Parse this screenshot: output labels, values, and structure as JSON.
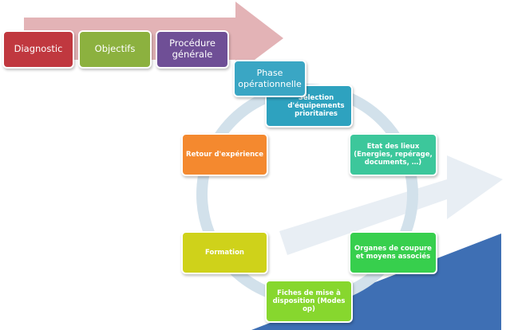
{
  "top_steps": [
    {
      "label": "Diagnostic",
      "color": "#c0383f"
    },
    {
      "label": "Objectifs",
      "color": "#8cb13f"
    },
    {
      "label": "Procédure générale",
      "color": "#6f4f96"
    }
  ],
  "phase_label": "Phase opérationnelle",
  "cycle_steps": [
    {
      "label": "Sélection d'équipements prioritaires",
      "color": "#2ea2bf"
    },
    {
      "label": "Etat des lieux (Energies, repérage, documents, …)",
      "color": "#3cc79b"
    },
    {
      "label": "Organes de coupure et moyens associés",
      "color": "#37cf4d"
    },
    {
      "label": "Fiches de mise à disposition (Modes op)",
      "color": "#87d72e"
    },
    {
      "label": "Formation",
      "color": "#cfd21a"
    },
    {
      "label": "Retour d'expérience",
      "color": "#f4892f"
    }
  ],
  "colors": {
    "phase": "#3aa6c4",
    "top_arrow": "#e3b3b6",
    "cycle_ring": "#d2e1eb",
    "blue_wedge": "#3e6fb4",
    "faint_arrow": "#e8eef4"
  }
}
